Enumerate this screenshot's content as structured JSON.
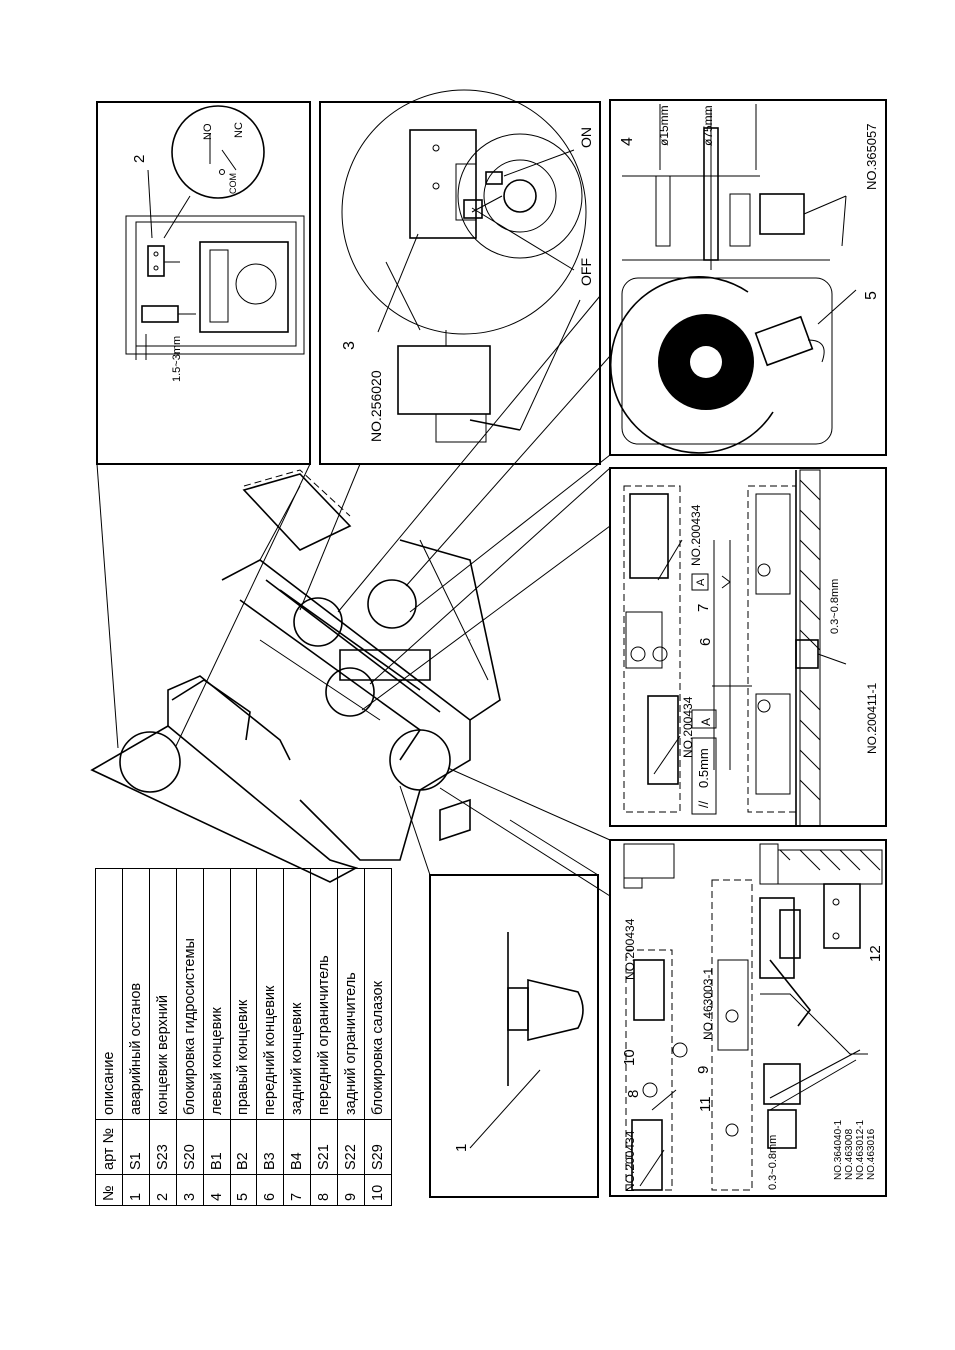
{
  "table": {
    "headers": [
      "№",
      "арт №",
      "описание"
    ],
    "rows": [
      [
        "1",
        "S1",
        "аварийный останов"
      ],
      [
        "2",
        "S23",
        "концевик верхний"
      ],
      [
        "3",
        "S20",
        "блокировка гидросистемы"
      ],
      [
        "4",
        "B1",
        "левый концевик"
      ],
      [
        "5",
        "B2",
        "правый концевик"
      ],
      [
        "6",
        "B3",
        "передний концевик"
      ],
      [
        "7",
        "B4",
        "задний концевик"
      ],
      [
        "8",
        "S21",
        "передний ограничитель"
      ],
      [
        "9",
        "S22",
        "задний ограничитель"
      ],
      [
        "10",
        "S29",
        "блокировка салазок"
      ]
    ]
  },
  "labels": {
    "p2_num": "2",
    "switch_no": "NO",
    "switch_nc": "NC",
    "switch_com": "COM",
    "gap_dim": "1.5~3mm",
    "p3_num": "3",
    "p3_part": "NO.256020",
    "on_label": "ON",
    "off_label": "OFF",
    "p4_num": "4",
    "p5_num": "5",
    "p4_part": "NO.365057",
    "dia75": "ø75mm",
    "dia15": "ø15mm",
    "p6_num": "6",
    "p7_num": "7",
    "part_200434_a": "NO.200434",
    "part_200434_b": "NO.200434",
    "part_200411": "NO.200411-1",
    "flat_sym": "//",
    "tol_value": "0.5mm",
    "datum_a": "A",
    "datum_a2": "A",
    "gap_03_a": "0.3~0.8mm",
    "p8_num": "8",
    "p9_num": "9",
    "p10_num": "10",
    "p11_num": "11",
    "p12_num": "12",
    "part_463003": "NO.463003-1",
    "part_200434_c": "NO.200434",
    "part_200434_d": "NO.200434",
    "part_364040": "NO.364040-1",
    "part_463008": "NO.463008",
    "part_463012": "NO.463012-1",
    "part_463016": "NO.463016",
    "gap_03_b": "0.3~0.8mm",
    "p1_num": "1"
  }
}
